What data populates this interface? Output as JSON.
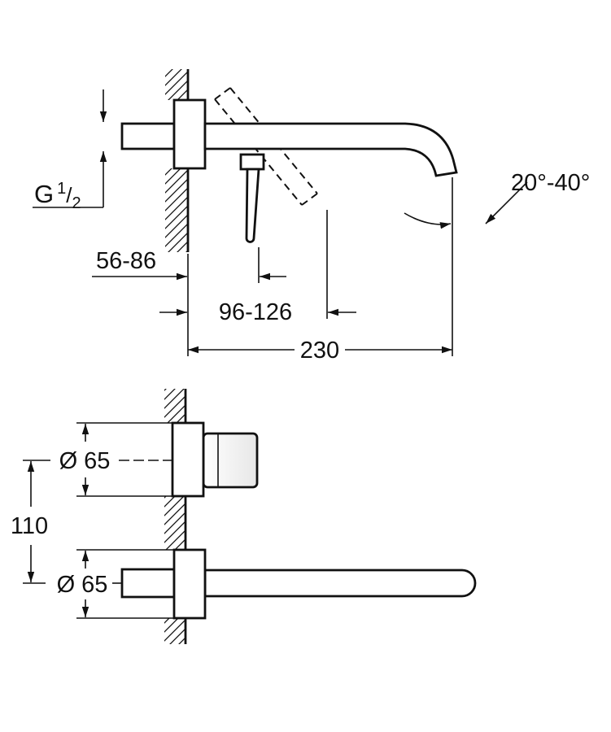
{
  "drawing": {
    "background": "#ffffff",
    "line_color": "#111111",
    "side_view": {
      "thread_label": {
        "prefix": "G",
        "numerator": "1",
        "slash": "/",
        "denominator": "2"
      },
      "dim_wall_to_lever": "56-86",
      "dim_wall_to_lever_tip": "96-126",
      "dim_spout_projection": "230",
      "angle_range": "20°-40°"
    },
    "front_view": {
      "dim_handle_escutcheon": "Ø 65",
      "dim_spout_escutcheon": "Ø 65",
      "dim_center_distance": "110"
    }
  }
}
